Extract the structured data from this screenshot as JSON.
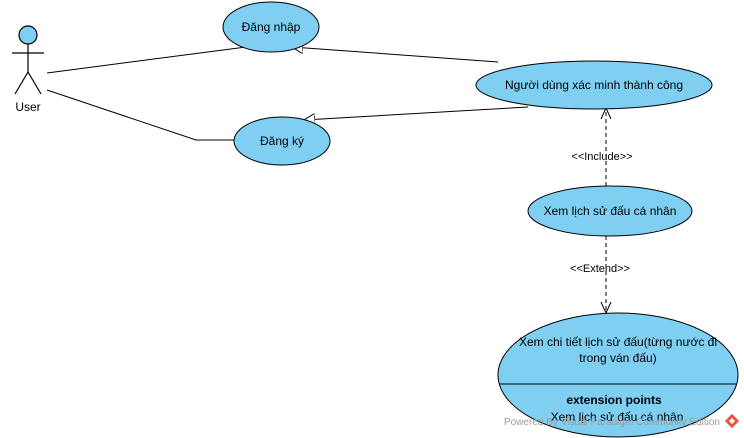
{
  "actor": {
    "name": "User"
  },
  "use_cases": {
    "login": "Đăng nhập",
    "register": "Đăng ký",
    "verified": "Người dùng xác minh thành công",
    "history": "Xem lịch sử đấu cá nhân",
    "detail_line1": "Xem chi tiết lịch sử đấu(từng nước đi",
    "detail_line2": "trong ván đấu)",
    "extension_points_title": "extension points",
    "extension_point": "Xem lịch sử đấu cá nhân"
  },
  "relations": {
    "include": "<<Include>>",
    "extend": "<<Extend>>"
  },
  "watermark": "Powered By Visual Paradigm Community Edition",
  "colors": {
    "usecase_fill": "#7ecff2",
    "stroke": "#000000"
  }
}
